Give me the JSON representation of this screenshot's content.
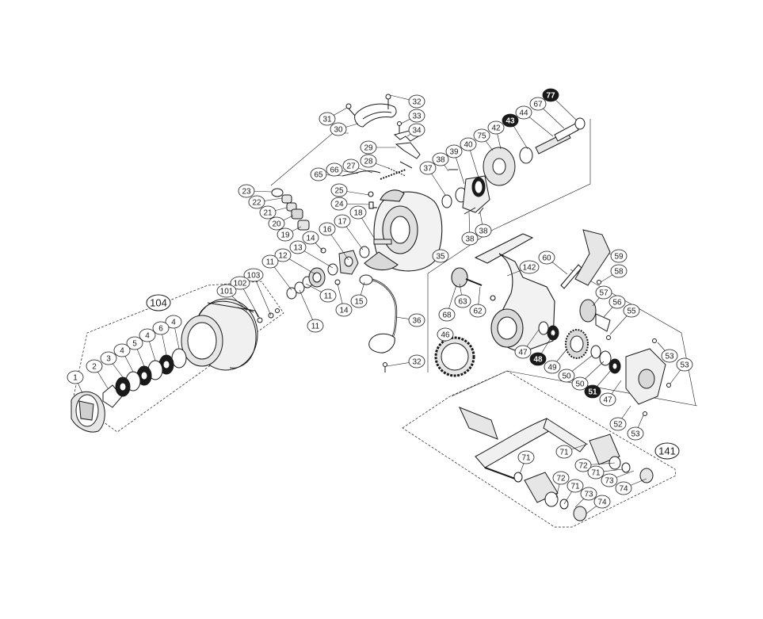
{
  "colors": {
    "ink": "#1a1a1a",
    "paper": "#ffffff",
    "shade": "#d9d9d9",
    "mid": "#9a9a9a"
  },
  "callouts": [
    {
      "id": "c32a",
      "label": "32",
      "filled": false
    },
    {
      "id": "c31",
      "label": "31",
      "filled": false
    },
    {
      "id": "c30",
      "label": "30",
      "filled": false
    },
    {
      "id": "c33",
      "label": "33",
      "filled": false
    },
    {
      "id": "c34",
      "label": "34",
      "filled": false
    },
    {
      "id": "c29",
      "label": "29",
      "filled": false
    },
    {
      "id": "c28",
      "label": "28",
      "filled": false
    },
    {
      "id": "c27",
      "label": "27",
      "filled": false
    },
    {
      "id": "c66",
      "label": "66",
      "filled": false
    },
    {
      "id": "c65",
      "label": "65",
      "filled": false
    },
    {
      "id": "c25",
      "label": "25",
      "filled": false
    },
    {
      "id": "c24",
      "label": "24",
      "filled": false
    },
    {
      "id": "c23",
      "label": "23",
      "filled": false
    },
    {
      "id": "c22",
      "label": "22",
      "filled": false
    },
    {
      "id": "c21",
      "label": "21",
      "filled": false
    },
    {
      "id": "c20",
      "label": "20",
      "filled": false
    },
    {
      "id": "c19",
      "label": "19",
      "filled": false
    },
    {
      "id": "c18",
      "label": "18",
      "filled": false
    },
    {
      "id": "c17",
      "label": "17",
      "filled": false
    },
    {
      "id": "c16",
      "label": "16",
      "filled": false
    },
    {
      "id": "c14a",
      "label": "14",
      "filled": false
    },
    {
      "id": "c13",
      "label": "13",
      "filled": false
    },
    {
      "id": "c12",
      "label": "12",
      "filled": false
    },
    {
      "id": "c11a",
      "label": "11",
      "filled": false
    },
    {
      "id": "c11b",
      "label": "11",
      "filled": false
    },
    {
      "id": "c11c",
      "label": "11",
      "filled": false
    },
    {
      "id": "c14b",
      "label": "14",
      "filled": false
    },
    {
      "id": "c15",
      "label": "15",
      "filled": false
    },
    {
      "id": "c35",
      "label": "35",
      "filled": false
    },
    {
      "id": "c36",
      "label": "36",
      "filled": false
    },
    {
      "id": "c32b",
      "label": "32",
      "filled": false
    },
    {
      "id": "c103",
      "label": "103",
      "filled": false
    },
    {
      "id": "c102",
      "label": "102",
      "filled": false
    },
    {
      "id": "c101",
      "label": "101",
      "filled": false
    },
    {
      "id": "c4a",
      "label": "4",
      "filled": false
    },
    {
      "id": "c6",
      "label": "6",
      "filled": false
    },
    {
      "id": "c4b",
      "label": "4",
      "filled": false
    },
    {
      "id": "c5",
      "label": "5",
      "filled": false
    },
    {
      "id": "c4c",
      "label": "4",
      "filled": false
    },
    {
      "id": "c3",
      "label": "3",
      "filled": false
    },
    {
      "id": "c2",
      "label": "2",
      "filled": false
    },
    {
      "id": "c1",
      "label": "1",
      "filled": false
    },
    {
      "id": "c77",
      "label": "77",
      "filled": true
    },
    {
      "id": "c67",
      "label": "67",
      "filled": false
    },
    {
      "id": "c44",
      "label": "44",
      "filled": false
    },
    {
      "id": "c43",
      "label": "43",
      "filled": true
    },
    {
      "id": "c42",
      "label": "42",
      "filled": false
    },
    {
      "id": "c75",
      "label": "75",
      "filled": false
    },
    {
      "id": "c40",
      "label": "40",
      "filled": false
    },
    {
      "id": "c39",
      "label": "39",
      "filled": false
    },
    {
      "id": "c38a",
      "label": "38",
      "filled": false
    },
    {
      "id": "c37",
      "label": "37",
      "filled": false
    },
    {
      "id": "c38b",
      "label": "38",
      "filled": false
    },
    {
      "id": "c38c",
      "label": "38",
      "filled": false
    },
    {
      "id": "c142",
      "label": "142",
      "filled": false
    },
    {
      "id": "c60",
      "label": "60",
      "filled": false
    },
    {
      "id": "c59",
      "label": "59",
      "filled": false
    },
    {
      "id": "c58",
      "label": "58",
      "filled": false
    },
    {
      "id": "c57",
      "label": "57",
      "filled": false
    },
    {
      "id": "c56",
      "label": "56",
      "filled": false
    },
    {
      "id": "c55",
      "label": "55",
      "filled": false
    },
    {
      "id": "c63",
      "label": "63",
      "filled": false
    },
    {
      "id": "c62",
      "label": "62",
      "filled": false
    },
    {
      "id": "c68",
      "label": "68",
      "filled": false
    },
    {
      "id": "c46",
      "label": "46",
      "filled": false
    },
    {
      "id": "c47a",
      "label": "47",
      "filled": false
    },
    {
      "id": "c48",
      "label": "48",
      "filled": true
    },
    {
      "id": "c49",
      "label": "49",
      "filled": false
    },
    {
      "id": "c50a",
      "label": "50",
      "filled": false
    },
    {
      "id": "c50b",
      "label": "50",
      "filled": false
    },
    {
      "id": "c51",
      "label": "51",
      "filled": true
    },
    {
      "id": "c47b",
      "label": "47",
      "filled": false
    },
    {
      "id": "c53a",
      "label": "53",
      "filled": false
    },
    {
      "id": "c53b",
      "label": "53",
      "filled": false
    },
    {
      "id": "c52",
      "label": "52",
      "filled": false
    },
    {
      "id": "c53c",
      "label": "53",
      "filled": false
    },
    {
      "id": "c71a",
      "label": "71",
      "filled": false
    },
    {
      "id": "c71b",
      "label": "71",
      "filled": false
    },
    {
      "id": "c72a",
      "label": "72",
      "filled": false
    },
    {
      "id": "c71c",
      "label": "71",
      "filled": false
    },
    {
      "id": "c73a",
      "label": "73",
      "filled": false
    },
    {
      "id": "c74a",
      "label": "74",
      "filled": false
    },
    {
      "id": "c72b",
      "label": "72",
      "filled": false
    },
    {
      "id": "c71d",
      "label": "71",
      "filled": false
    },
    {
      "id": "c73b",
      "label": "73",
      "filled": false
    },
    {
      "id": "c74b",
      "label": "74",
      "filled": false
    }
  ],
  "groups": [
    {
      "id": "g104",
      "label": "104"
    },
    {
      "id": "g141",
      "label": "141"
    }
  ]
}
